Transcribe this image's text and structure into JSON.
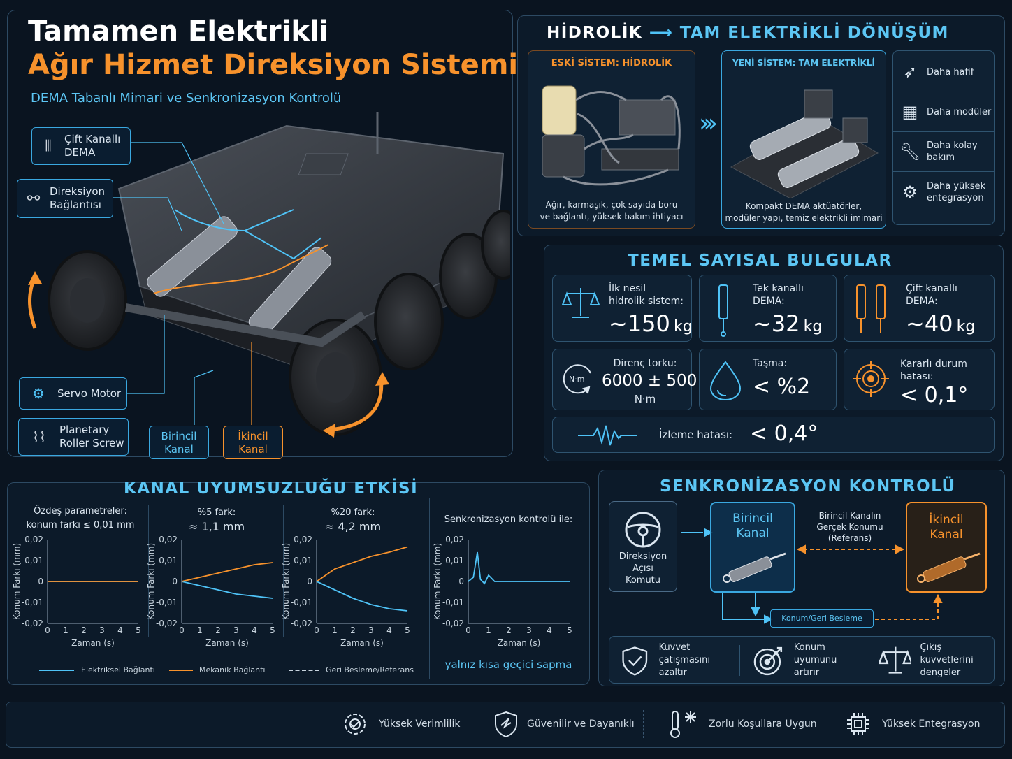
{
  "header": {
    "title_line1": "Tamamen Elektrikli",
    "title_line2": "Ağır Hizmet Direksiyon Sistemi",
    "subtitle": "DEMA Tabanlı Mimari ve Senkronizasyon Kontrolü"
  },
  "vehicle_labels": {
    "dual_dema": "Çift Kanallı\nDEMA",
    "steering_link": "Direksiyon\nBağlantısı",
    "servo_motor": "Servo Motor",
    "roller_screw": "Planetary\nRoller Screw",
    "primary_channel": "Birincil\nKanal",
    "secondary_channel": "İkincil\nKanal"
  },
  "conversion": {
    "title_a": "HİDROLİK",
    "title_b": "TAM ELEKTRİKLİ DÖNÜŞÜM",
    "old_title": "ESKİ SİSTEM: HİDROLİK",
    "old_desc": "Ağır, karmaşık, çok sayıda boru\nve bağlantı, yüksek bakım ihtiyacı",
    "new_title": "YENİ SİSTEM: TAM ELEKTRİKLİ",
    "new_desc": "Kompakt DEMA aktüatörler,\nmodüler yapı, temiz elektrikli imimari",
    "benefits": [
      {
        "label": "Daha hafif",
        "icon": "feather-icon"
      },
      {
        "label": "Daha modüler",
        "icon": "cubes-icon"
      },
      {
        "label": "Daha kolay\nbakım",
        "icon": "wrench-icon"
      },
      {
        "label": "Daha yüksek\nentegrasyon",
        "icon": "gear-circuit-icon"
      }
    ]
  },
  "findings": {
    "title": "TEMEL SAYISAL BULGULAR",
    "cards": [
      {
        "label": "İlk nesil\nhidrolik sistem:",
        "value": "~150",
        "unit": "kg",
        "icon": "scale-icon"
      },
      {
        "label": "Tek kanallı\nDEMA:",
        "value": "~32",
        "unit": "kg",
        "icon": "single-actuator-icon"
      },
      {
        "label": "Çift kanallı\nDEMA:",
        "value": "~40",
        "unit": "kg",
        "icon": "dual-actuator-icon"
      },
      {
        "label": "Direnç torku:",
        "value": "6000 ± 500",
        "unit": "N·m",
        "icon": "torque-icon"
      },
      {
        "label": "Taşma:",
        "value": "< %2",
        "unit": "",
        "icon": "drop-icon"
      },
      {
        "label": "Kararlı durum\nhatası:",
        "value": "< 0,1°",
        "unit": "",
        "icon": "target-icon"
      }
    ],
    "tracking_label": "İzleme hatası:",
    "tracking_value": "< 0,4°"
  },
  "mismatch": {
    "title": "KANAL UYUMSUZLUĞU ETKİSİ",
    "panels": [
      {
        "cap1": "Özdeş parametreler:",
        "cap2": "konum farkı ≤ 0,01 mm"
      },
      {
        "cap1": "%5 fark:",
        "cap2": "≈ 1,1 mm"
      },
      {
        "cap1": "%20 fark:",
        "cap2": "≈ 4,2 mm"
      },
      {
        "cap1": "Senkronizasyon kontrolü ile:",
        "cap2": ""
      }
    ],
    "ylabel": "Konum Farkı (mm)",
    "xlabel": "Zaman (s)",
    "yticks": [
      "0,02",
      "0,01",
      "0",
      "-0,01",
      "-0,02"
    ],
    "xticks": [
      "0",
      "1",
      "2",
      "3",
      "4",
      "5"
    ],
    "legend": [
      "Elektriksel Bağlantı",
      "Mekanik Bağlantı",
      "Geri Besleme/Referans"
    ],
    "sync_note": "yalnız kısa geçici sapma"
  },
  "chart_data": [
    {
      "type": "line",
      "title": "Özdeş parametreler: konum farkı ≤ 0,01 mm",
      "xlabel": "Zaman (s)",
      "ylabel": "Konum Farkı (mm)",
      "xlim": [
        0,
        5
      ],
      "ylim": [
        -0.02,
        0.02
      ],
      "series": [
        {
          "name": "Elektriksel Bağlantı",
          "x": [
            0,
            1,
            2,
            3,
            4,
            5
          ],
          "y": [
            0,
            0,
            0,
            0,
            0,
            0
          ]
        },
        {
          "name": "Mekanik Bağlantı",
          "x": [
            0,
            1,
            2,
            3,
            4,
            5
          ],
          "y": [
            0,
            0,
            0,
            0,
            0,
            0
          ]
        }
      ]
    },
    {
      "type": "line",
      "title": "%5 fark: ≈ 1,1 mm",
      "xlabel": "Zaman (s)",
      "ylabel": "Konum Farkı (mm)",
      "xlim": [
        0,
        5
      ],
      "ylim": [
        -0.02,
        0.02
      ],
      "series": [
        {
          "name": "Elektriksel Bağlantı",
          "x": [
            0,
            1,
            2,
            3,
            4,
            5
          ],
          "y": [
            0,
            -0.002,
            -0.004,
            -0.006,
            -0.007,
            -0.008
          ]
        },
        {
          "name": "Mekanik Bağlantı",
          "x": [
            0,
            1,
            2,
            3,
            4,
            5
          ],
          "y": [
            0,
            0.002,
            0.004,
            0.006,
            0.008,
            0.009
          ]
        }
      ]
    },
    {
      "type": "line",
      "title": "%20 fark: ≈ 4,2 mm",
      "xlabel": "Zaman (s)",
      "ylabel": "Konum Farkı (mm)",
      "xlim": [
        0,
        5
      ],
      "ylim": [
        -0.02,
        0.02
      ],
      "series": [
        {
          "name": "Elektriksel Bağlantı",
          "x": [
            0,
            1,
            2,
            3,
            4,
            5
          ],
          "y": [
            0,
            -0.004,
            -0.008,
            -0.011,
            -0.013,
            -0.014
          ]
        },
        {
          "name": "Mekanik Bağlantı",
          "x": [
            0,
            1,
            2,
            3,
            4,
            5
          ],
          "y": [
            0,
            0.006,
            0.009,
            0.012,
            0.014,
            0.0165
          ]
        }
      ]
    },
    {
      "type": "line",
      "title": "Senkronizasyon kontrolü ile:",
      "xlabel": "Zaman (s)",
      "ylabel": "Konum Farkı (mm)",
      "xlim": [
        0,
        5
      ],
      "ylim": [
        -0.02,
        0.02
      ],
      "series": [
        {
          "name": "Elektriksel Bağlantı",
          "x": [
            0,
            0.25,
            0.45,
            0.6,
            0.8,
            1.0,
            1.3,
            2,
            3,
            4,
            5
          ],
          "y": [
            0,
            0.002,
            0.014,
            0.001,
            -0.001,
            0.003,
            0,
            0,
            0,
            0,
            0
          ]
        }
      ]
    }
  ],
  "sync": {
    "title": "SENKRONİZASYON KONTROLÜ",
    "command": "Direksiyon\nAçısı\nKomutu",
    "primary": "Birincil\nKanal",
    "secondary": "İkincil\nKanal",
    "ref_text": "Birincil Kanalın\nGerçek Konumu\n(Referans)",
    "feedback": "Konum/Geri Besleme",
    "benefits": [
      {
        "label": "Kuvvet çatışmasını\nazaltır",
        "icon": "shield-check-icon"
      },
      {
        "label": "Konum uyumunu\nartırır",
        "icon": "target-arrow-icon"
      },
      {
        "label": "Çıkış kuvvetlerini\ndengeler",
        "icon": "balance-icon"
      }
    ]
  },
  "footer": [
    {
      "label": "Yüksek Verimlilik",
      "icon": "gear-icon"
    },
    {
      "label": "Güvenilir ve Dayanıklı",
      "icon": "shield-icon"
    },
    {
      "label": "Zorlu Koşullara Uygun",
      "icon": "thermometer-snow-icon"
    },
    {
      "label": "Yüksek Entegrasyon",
      "icon": "chip-icon"
    }
  ],
  "colors": {
    "accent": "#4fc3f7",
    "orange": "#f7922c",
    "background": "#0a1420"
  }
}
